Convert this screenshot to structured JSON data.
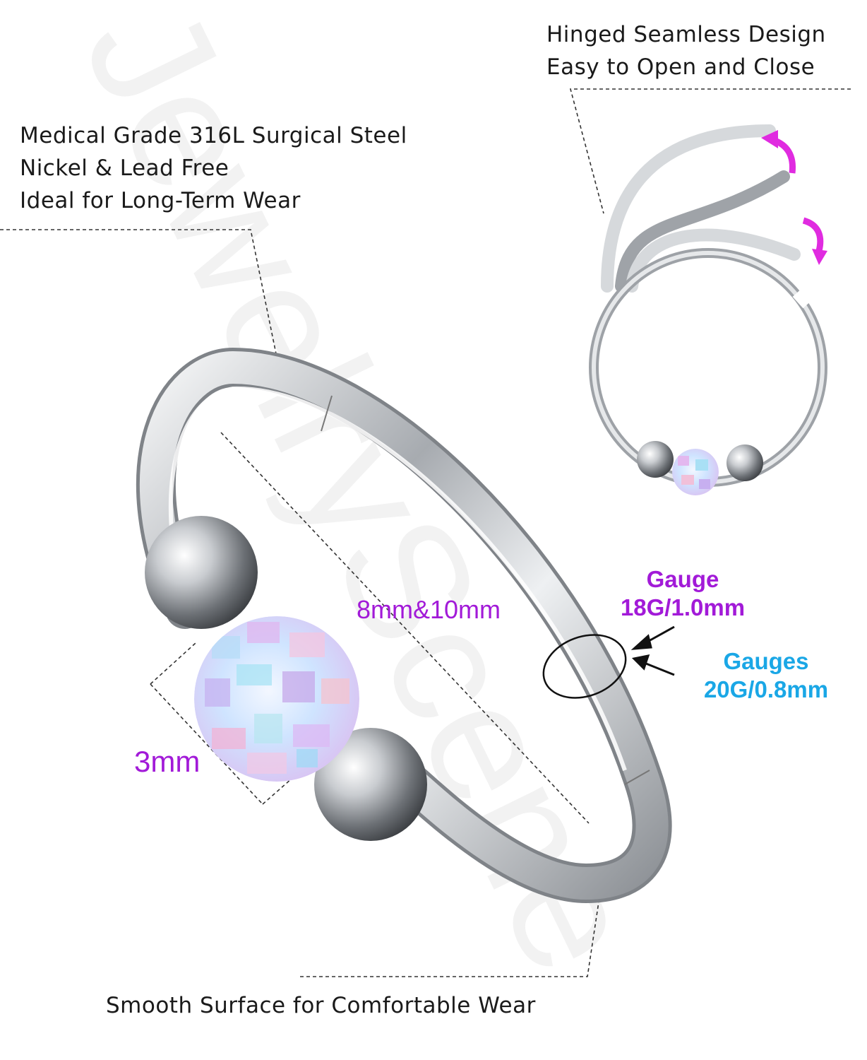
{
  "watermark": "JewelryScene",
  "top_right": {
    "line1": "Hinged Seamless Design",
    "line2": "Easy to Open and Close"
  },
  "left_top": {
    "line1": "Medical Grade 316L Surgical Steel",
    "line2": "Nickel & Lead Free",
    "line3": "Ideal for Long-Term Wear"
  },
  "bottom": {
    "line1": "Smooth Surface for Comfortable Wear"
  },
  "dimensions": {
    "diameter": "8mm&10mm",
    "bead": "3mm"
  },
  "gauge_18": {
    "title": "Gauge",
    "value": "18G/1.0mm",
    "color": "#a21ad8"
  },
  "gauge_20": {
    "title": "Gauges",
    "value": "20G/0.8mm",
    "color": "#1aa7e6"
  },
  "colors": {
    "dim_purple": "#a21ad8",
    "arrow_magenta": "#e02be0",
    "steel": "#bfc3c7"
  }
}
